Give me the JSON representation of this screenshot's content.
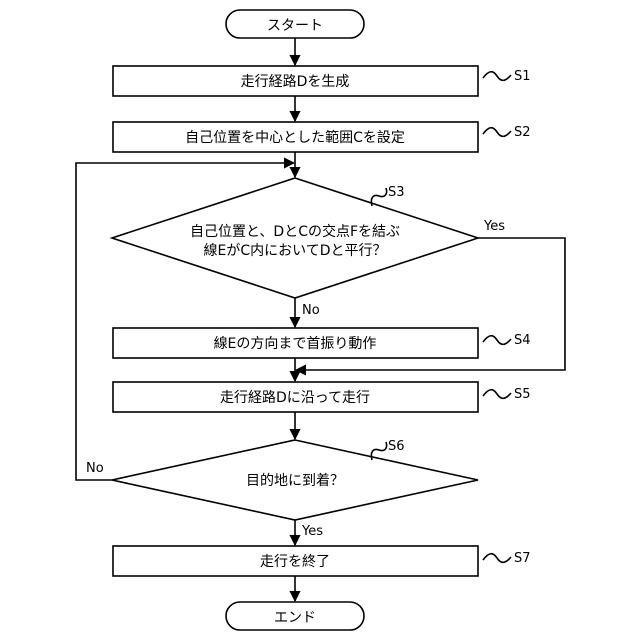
{
  "nodes": {
    "start": "スタート",
    "s1": "走行経路Dを生成",
    "s2": "自己位置を中心とした範囲Cを設定",
    "s3_line1": "自己位置と、DとCの交点Fを結ぶ",
    "s3_line2": "線EがC内においてDと平行？",
    "s4": "線Eの方向まで首振り動作",
    "s5": "走行経路Dに沿って走行",
    "s6": "目的地に到着？",
    "s7": "走行を終了",
    "end": "エンド"
  },
  "step_labels": {
    "s1": "S1",
    "s2": "S2",
    "s3": "S3",
    "s4": "S4",
    "s5": "S5",
    "s6": "S6",
    "s7": "S7"
  },
  "branch_labels": {
    "s3_yes": "Yes",
    "s3_no": "No",
    "s6_no": "No",
    "s6_yes": "Yes"
  }
}
